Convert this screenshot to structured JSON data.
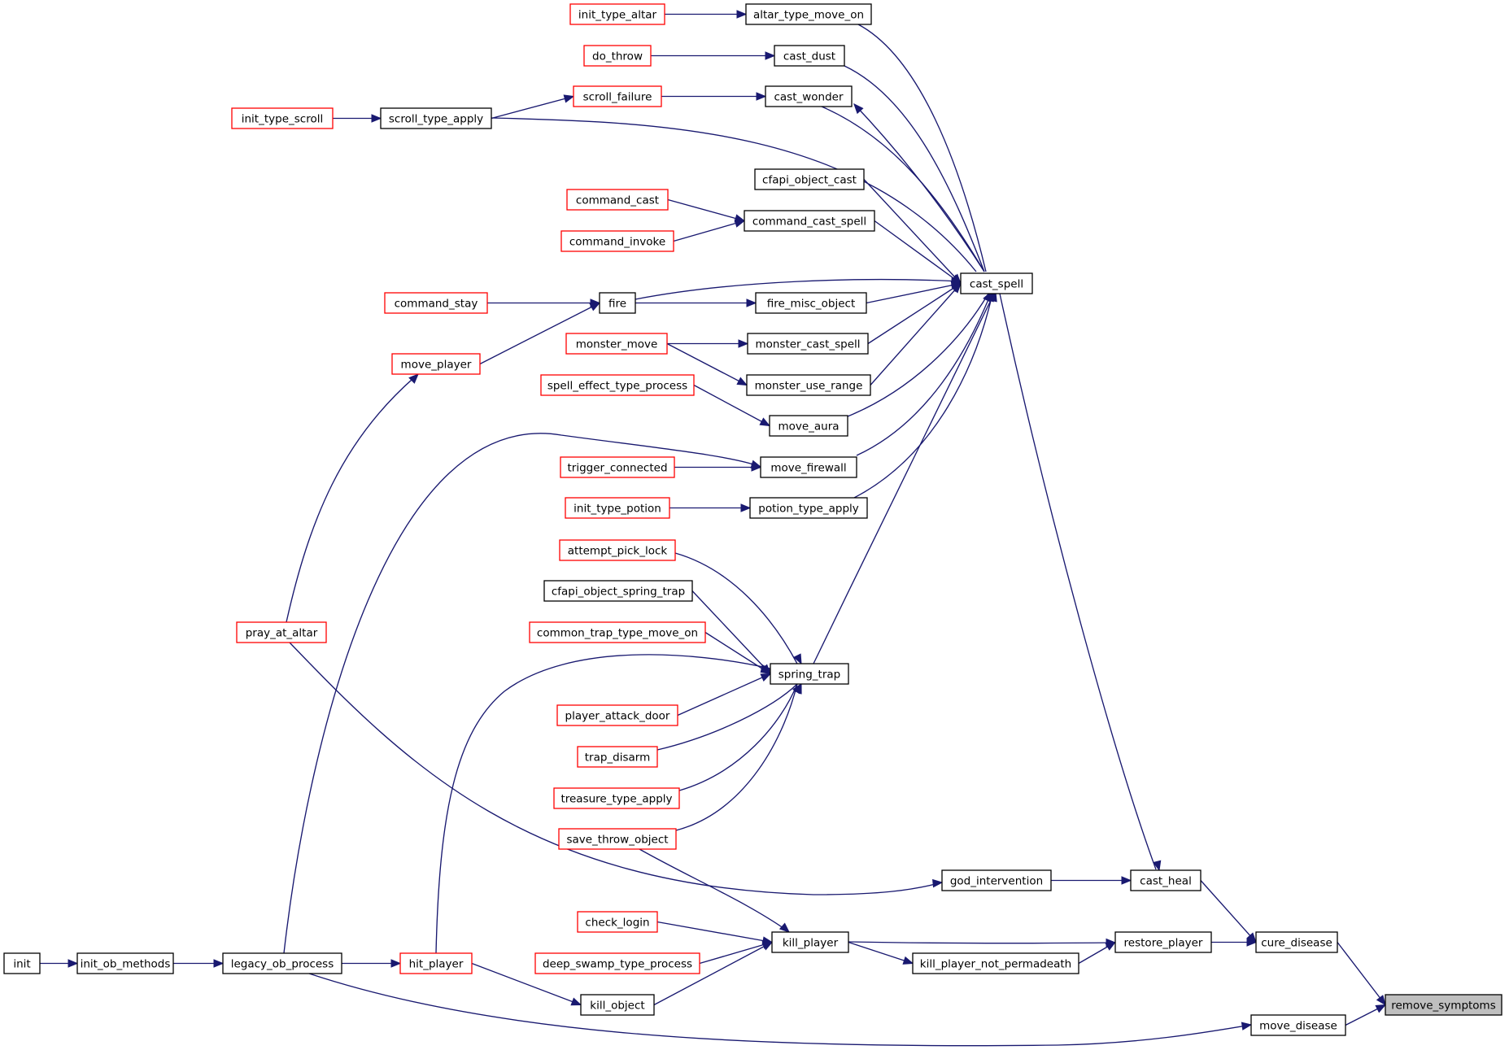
{
  "colors": {
    "edge": "#191970",
    "node_border_black": "#000000",
    "node_border_red": "#ff0000",
    "target_fill": "#bfbfbf",
    "background": "#ffffff"
  },
  "nodes": [
    {
      "id": "remove_symptoms",
      "label": "remove_symptoms",
      "style": "target"
    },
    {
      "id": "cure_disease",
      "label": "cure_disease",
      "style": "black"
    },
    {
      "id": "move_disease",
      "label": "move_disease",
      "style": "black"
    },
    {
      "id": "cast_heal",
      "label": "cast_heal",
      "style": "black"
    },
    {
      "id": "restore_player",
      "label": "restore_player",
      "style": "black"
    },
    {
      "id": "cast_spell",
      "label": "cast_spell",
      "style": "black"
    },
    {
      "id": "god_intervention",
      "label": "god_intervention",
      "style": "black"
    },
    {
      "id": "kill_player",
      "label": "kill_player",
      "style": "black"
    },
    {
      "id": "kill_player_not_permadeath",
      "label": "kill_player_not_permadeath",
      "style": "black"
    },
    {
      "id": "altar_type_move_on",
      "label": "altar_type_move_on",
      "style": "black"
    },
    {
      "id": "cast_dust",
      "label": "cast_dust",
      "style": "black"
    },
    {
      "id": "cast_wonder",
      "label": "cast_wonder",
      "style": "black"
    },
    {
      "id": "scroll_type_apply",
      "label": "scroll_type_apply",
      "style": "black"
    },
    {
      "id": "cfapi_object_cast",
      "label": "cfapi_object_cast",
      "style": "black"
    },
    {
      "id": "command_cast_spell",
      "label": "command_cast_spell",
      "style": "black"
    },
    {
      "id": "fire",
      "label": "fire",
      "style": "black"
    },
    {
      "id": "fire_misc_object",
      "label": "fire_misc_object",
      "style": "black"
    },
    {
      "id": "monster_cast_spell",
      "label": "monster_cast_spell",
      "style": "black"
    },
    {
      "id": "monster_use_range",
      "label": "monster_use_range",
      "style": "black"
    },
    {
      "id": "move_aura",
      "label": "move_aura",
      "style": "black"
    },
    {
      "id": "move_firewall",
      "label": "move_firewall",
      "style": "black"
    },
    {
      "id": "potion_type_apply",
      "label": "potion_type_apply",
      "style": "black"
    },
    {
      "id": "spring_trap",
      "label": "spring_trap",
      "style": "black"
    },
    {
      "id": "cfapi_object_spring_trap",
      "label": "cfapi_object_spring_trap",
      "style": "black"
    },
    {
      "id": "kill_object",
      "label": "kill_object",
      "style": "black"
    },
    {
      "id": "legacy_ob_process",
      "label": "legacy_ob_process",
      "style": "black"
    },
    {
      "id": "init_ob_methods",
      "label": "init_ob_methods",
      "style": "black"
    },
    {
      "id": "init",
      "label": "init",
      "style": "black"
    },
    {
      "id": "init_type_altar",
      "label": "init_type_altar",
      "style": "red"
    },
    {
      "id": "do_throw",
      "label": "do_throw",
      "style": "red"
    },
    {
      "id": "scroll_failure",
      "label": "scroll_failure",
      "style": "red"
    },
    {
      "id": "init_type_scroll",
      "label": "init_type_scroll",
      "style": "red"
    },
    {
      "id": "command_cast",
      "label": "command_cast",
      "style": "red"
    },
    {
      "id": "command_invoke",
      "label": "command_invoke",
      "style": "red"
    },
    {
      "id": "command_stay",
      "label": "command_stay",
      "style": "red"
    },
    {
      "id": "move_player",
      "label": "move_player",
      "style": "red"
    },
    {
      "id": "monster_move",
      "label": "monster_move",
      "style": "red"
    },
    {
      "id": "spell_effect_type_process",
      "label": "spell_effect_type_process",
      "style": "red"
    },
    {
      "id": "trigger_connected",
      "label": "trigger_connected",
      "style": "red"
    },
    {
      "id": "init_type_potion",
      "label": "init_type_potion",
      "style": "red"
    },
    {
      "id": "attempt_pick_lock",
      "label": "attempt_pick_lock",
      "style": "red"
    },
    {
      "id": "common_trap_type_move_on",
      "label": "common_trap_type_move_on",
      "style": "red"
    },
    {
      "id": "pray_at_altar",
      "label": "pray_at_altar",
      "style": "red"
    },
    {
      "id": "player_attack_door",
      "label": "player_attack_door",
      "style": "red"
    },
    {
      "id": "trap_disarm",
      "label": "trap_disarm",
      "style": "red"
    },
    {
      "id": "treasure_type_apply",
      "label": "treasure_type_apply",
      "style": "red"
    },
    {
      "id": "save_throw_object",
      "label": "save_throw_object",
      "style": "red"
    },
    {
      "id": "check_login",
      "label": "check_login",
      "style": "red"
    },
    {
      "id": "deep_swamp_type_process",
      "label": "deep_swamp_type_process",
      "style": "red"
    },
    {
      "id": "hit_player",
      "label": "hit_player",
      "style": "red"
    }
  ],
  "edges": [
    {
      "from": "init_type_altar",
      "to": "altar_type_move_on"
    },
    {
      "from": "do_throw",
      "to": "cast_dust"
    },
    {
      "from": "scroll_failure",
      "to": "cast_wonder"
    },
    {
      "from": "scroll_type_apply",
      "to": "scroll_failure"
    },
    {
      "from": "init_type_scroll",
      "to": "scroll_type_apply"
    },
    {
      "from": "command_cast",
      "to": "command_cast_spell"
    },
    {
      "from": "command_invoke",
      "to": "command_cast_spell"
    },
    {
      "from": "command_stay",
      "to": "fire"
    },
    {
      "from": "move_player",
      "to": "fire"
    },
    {
      "from": "fire",
      "to": "fire_misc_object"
    },
    {
      "from": "monster_move",
      "to": "monster_cast_spell"
    },
    {
      "from": "monster_move",
      "to": "monster_use_range"
    },
    {
      "from": "spell_effect_type_process",
      "to": "move_aura"
    },
    {
      "from": "legacy_ob_process",
      "to": "move_firewall"
    },
    {
      "from": "trigger_connected",
      "to": "move_firewall"
    },
    {
      "from": "init_type_potion",
      "to": "potion_type_apply"
    },
    {
      "from": "pray_at_altar",
      "to": "move_player"
    },
    {
      "from": "altar_type_move_on",
      "to": "cast_spell"
    },
    {
      "from": "cast_dust",
      "to": "cast_spell"
    },
    {
      "from": "cast_wonder",
      "to": "cast_spell"
    },
    {
      "from": "cast_spell",
      "to": "cast_wonder"
    },
    {
      "from": "scroll_type_apply",
      "to": "cast_spell"
    },
    {
      "from": "cfapi_object_cast",
      "to": "cast_spell"
    },
    {
      "from": "command_cast_spell",
      "to": "cast_spell"
    },
    {
      "from": "fire",
      "to": "cast_spell"
    },
    {
      "from": "fire_misc_object",
      "to": "cast_spell"
    },
    {
      "from": "monster_cast_spell",
      "to": "cast_spell"
    },
    {
      "from": "monster_use_range",
      "to": "cast_spell"
    },
    {
      "from": "move_aura",
      "to": "cast_spell"
    },
    {
      "from": "move_firewall",
      "to": "cast_spell"
    },
    {
      "from": "potion_type_apply",
      "to": "cast_spell"
    },
    {
      "from": "spring_trap",
      "to": "cast_spell"
    },
    {
      "from": "attempt_pick_lock",
      "to": "spring_trap"
    },
    {
      "from": "cfapi_object_spring_trap",
      "to": "spring_trap"
    },
    {
      "from": "common_trap_type_move_on",
      "to": "spring_trap"
    },
    {
      "from": "hit_player",
      "to": "spring_trap"
    },
    {
      "from": "player_attack_door",
      "to": "spring_trap"
    },
    {
      "from": "trap_disarm",
      "to": "spring_trap"
    },
    {
      "from": "treasure_type_apply",
      "to": "spring_trap"
    },
    {
      "from": "save_throw_object",
      "to": "spring_trap"
    },
    {
      "from": "cast_spell",
      "to": "cast_heal"
    },
    {
      "from": "pray_at_altar",
      "to": "god_intervention"
    },
    {
      "from": "god_intervention",
      "to": "cast_heal"
    },
    {
      "from": "save_throw_object",
      "to": "kill_player"
    },
    {
      "from": "check_login",
      "to": "kill_player"
    },
    {
      "from": "deep_swamp_type_process",
      "to": "kill_player"
    },
    {
      "from": "kill_object",
      "to": "kill_player"
    },
    {
      "from": "hit_player",
      "to": "kill_object"
    },
    {
      "from": "legacy_ob_process",
      "to": "hit_player"
    },
    {
      "from": "init_ob_methods",
      "to": "legacy_ob_process"
    },
    {
      "from": "init",
      "to": "init_ob_methods"
    },
    {
      "from": "kill_player",
      "to": "kill_player_not_permadeath"
    },
    {
      "from": "kill_player",
      "to": "restore_player"
    },
    {
      "from": "kill_player_not_permadeath",
      "to": "restore_player"
    },
    {
      "from": "restore_player",
      "to": "cure_disease"
    },
    {
      "from": "cast_heal",
      "to": "cure_disease"
    },
    {
      "from": "cure_disease",
      "to": "remove_symptoms"
    },
    {
      "from": "move_disease",
      "to": "remove_symptoms"
    },
    {
      "from": "legacy_ob_process",
      "to": "move_disease"
    }
  ]
}
